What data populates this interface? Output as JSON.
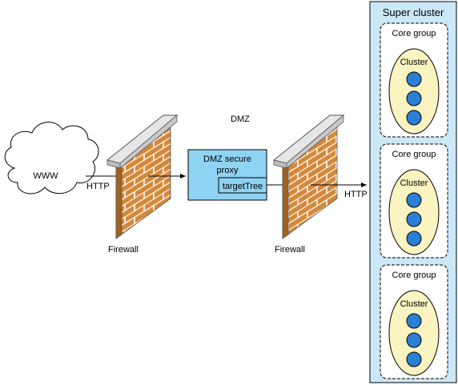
{
  "zone_label": "DMZ",
  "internet": {
    "label": "WWW"
  },
  "connections": {
    "inbound_protocol": "HTTP",
    "outbound_protocol": "HTTP"
  },
  "firewalls": [
    {
      "label": "Firewall"
    },
    {
      "label": "Firewall"
    }
  ],
  "proxy": {
    "label_line1": "DMZ secure",
    "label_line2": "proxy",
    "routing_label": "targetTree"
  },
  "super_cluster": {
    "title": "Super cluster",
    "core_groups": [
      {
        "label": "Core group",
        "cluster_label": "Cluster",
        "member_count": 3
      },
      {
        "label": "Core group",
        "cluster_label": "Cluster",
        "member_count": 3
      },
      {
        "label": "Core group",
        "cluster_label": "Cluster",
        "member_count": 3
      }
    ]
  },
  "colors": {
    "brick": "#d4883a",
    "brick_shadow": "#a0621e",
    "mortar": "#ffffff",
    "wall_cap": "#e6e6e6",
    "proxy_fill": "#8fd3f3",
    "super_cluster_fill": "#cbe8f7",
    "cluster_fill": "#fbf3c0",
    "member_fill": "#2b7fd4"
  }
}
